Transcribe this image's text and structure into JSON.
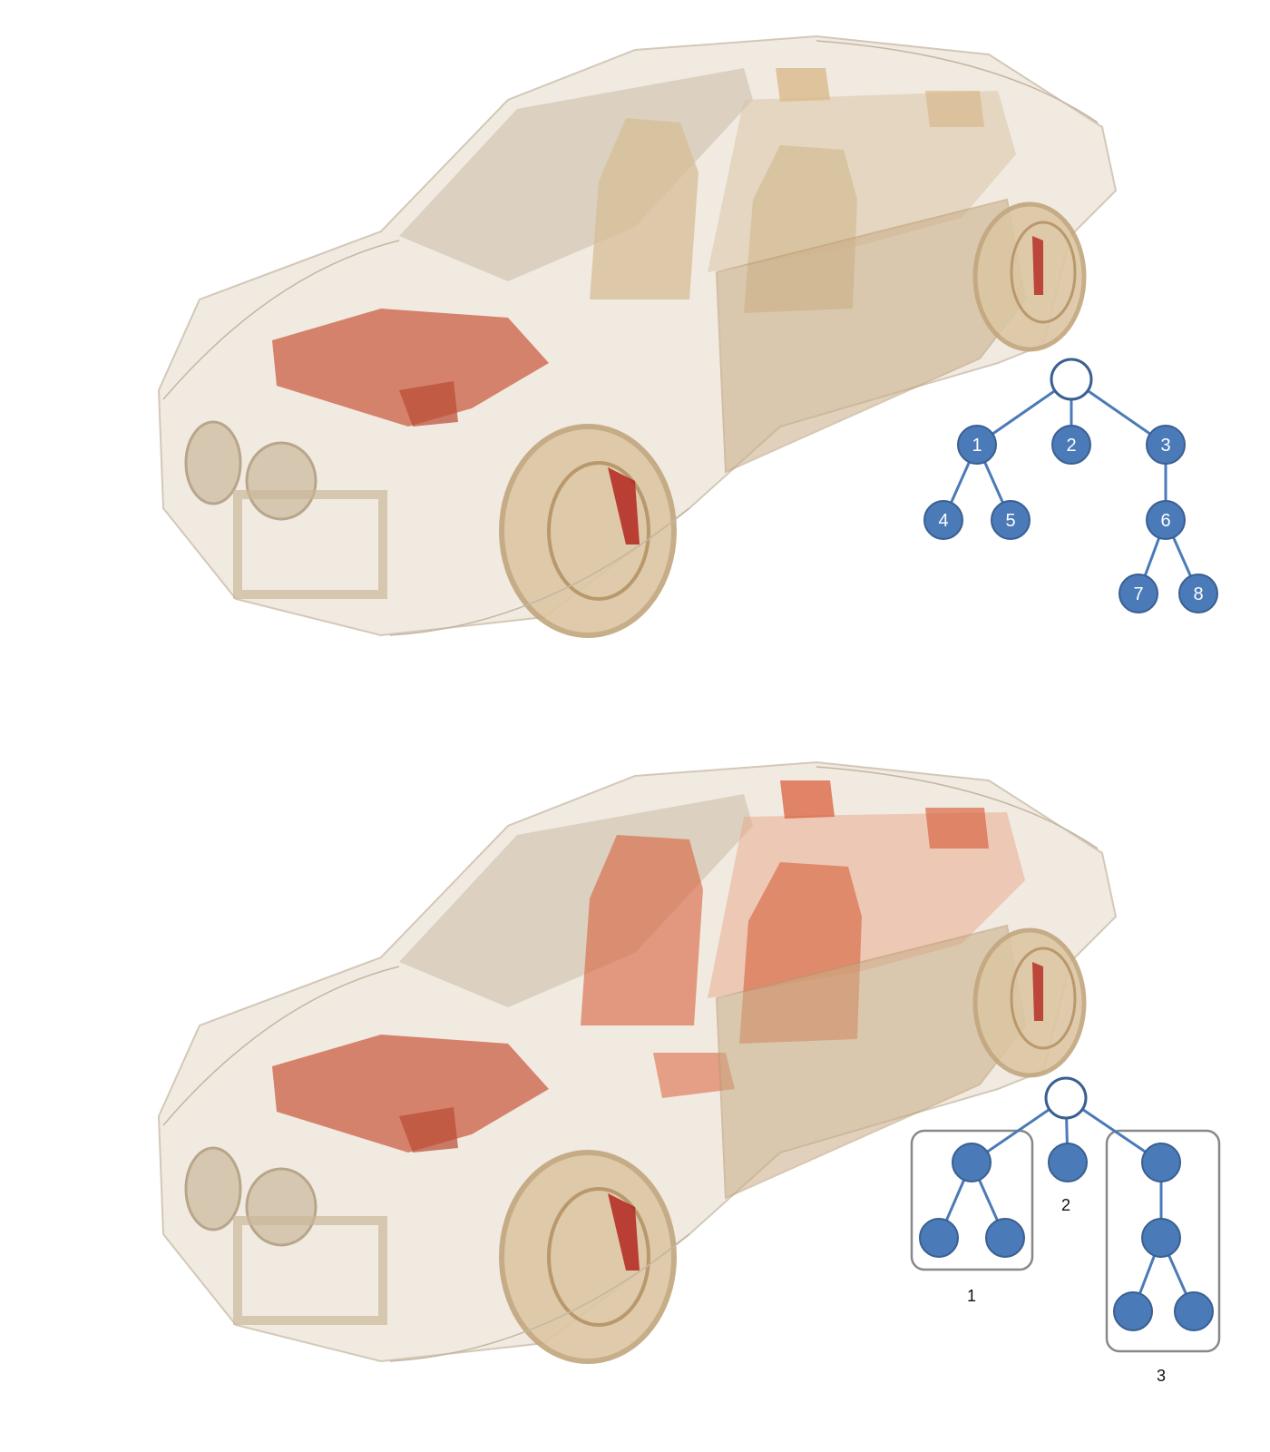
{
  "colors": {
    "node_fill": "#4a7ab8",
    "node_stroke": "#3a5f91",
    "edge": "#4a7ab8",
    "root_fill": "#ffffff",
    "group_box": "#888888",
    "car_body": "#d8c2a2",
    "car_outline": "#bfae94",
    "highlight": "#d9603c",
    "engine": "#c9553a",
    "brake": "#b3261e"
  },
  "icons": {
    "car_illustration": "car-cutaway-illustration",
    "tree_node": "circle-node"
  },
  "top_tree": {
    "node_labels": [
      "1",
      "2",
      "3",
      "4",
      "5",
      "6",
      "7",
      "8"
    ]
  },
  "bottom_tree": {
    "group_labels": [
      "1",
      "2",
      "3"
    ]
  }
}
